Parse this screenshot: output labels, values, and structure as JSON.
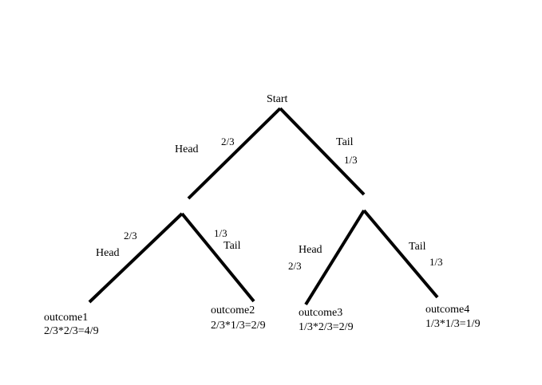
{
  "root": {
    "label": "Start"
  },
  "branches": {
    "top_left": {
      "side": "Head",
      "prob": "2/3"
    },
    "top_right": {
      "side": "Tail",
      "prob": "1/3"
    },
    "left_left": {
      "side": "Head",
      "prob": "2/3"
    },
    "left_right": {
      "side": "Tail",
      "prob": "1/3"
    },
    "right_left": {
      "side": "Head",
      "prob": "2/3"
    },
    "right_right": {
      "side": "Tail",
      "prob": "1/3"
    }
  },
  "outcomes": [
    {
      "name": "outcome1",
      "calc": "2/3*2/3=4/9"
    },
    {
      "name": "outcome2",
      "calc": "2/3*1/3=2/9"
    },
    {
      "name": "outcome3",
      "calc": "1/3*2/3=2/9"
    },
    {
      "name": "outcome4",
      "calc": "1/3*1/3=1/9"
    }
  ],
  "colors": {
    "line": "#000000",
    "text": "#000000",
    "background": "#ffffff"
  }
}
